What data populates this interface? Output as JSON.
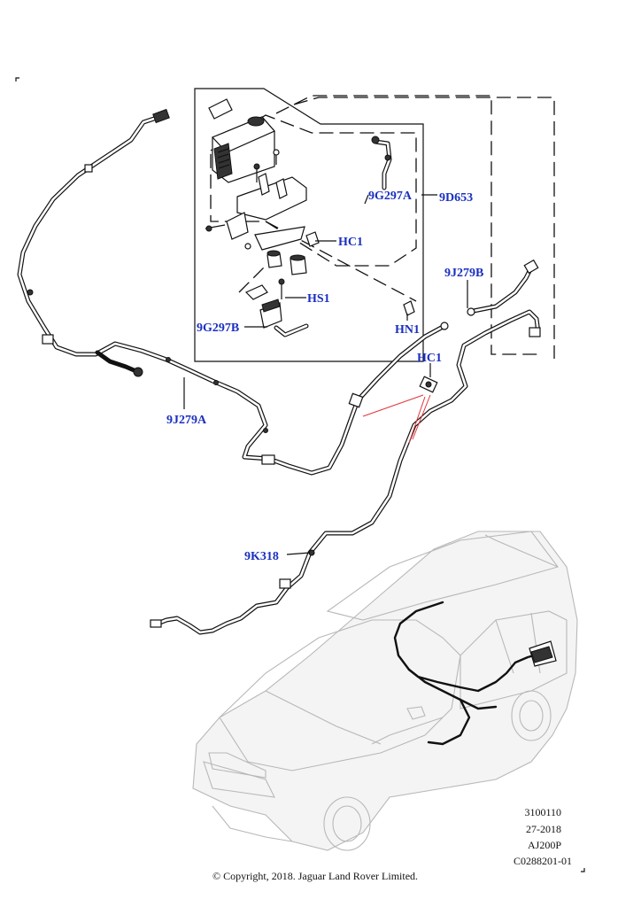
{
  "callouts": {
    "c_9G297A": "9G297A",
    "c_9D653": "9D653",
    "c_HC1_top": "HC1",
    "c_HS1": "HS1",
    "c_9G297B": "9G297B",
    "c_HN1": "HN1",
    "c_9J279B": "9J279B",
    "c_HC1_mid": "HC1",
    "c_9J279A": "9J279A",
    "c_9K318": "9K318"
  },
  "reference": {
    "line1": "3100110",
    "line2": "27-2018",
    "line3": "AJ200P",
    "line4": "C0288201-01"
  },
  "copyright": "© Copyright, 2018. Jaguar Land Rover Limited.",
  "colors": {
    "callout": "#1a2fbf",
    "leader_red": "#e0343a"
  }
}
